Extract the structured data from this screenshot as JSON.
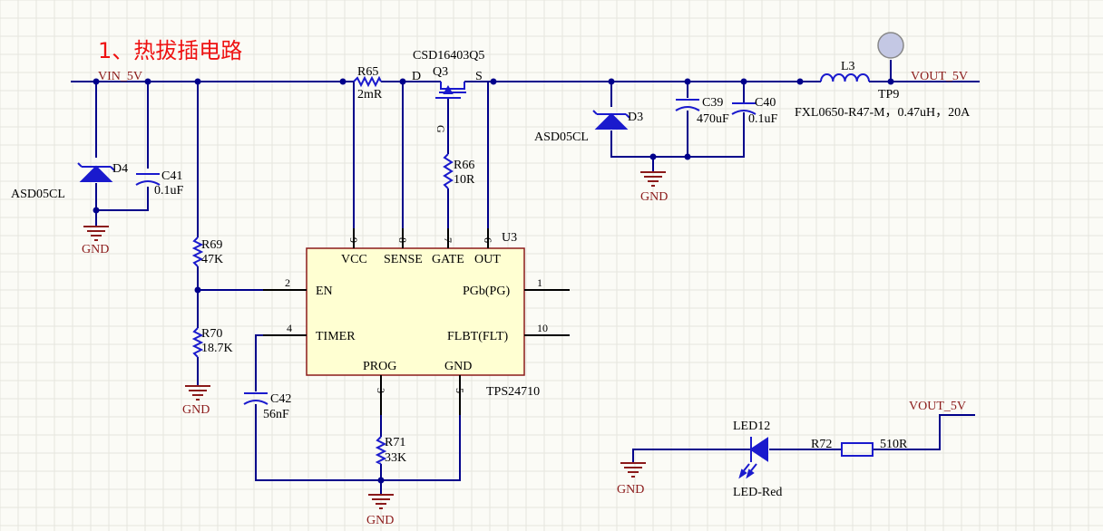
{
  "title": "1、热拔插电路",
  "nets": {
    "vin": "VIN_5V",
    "vout1": "VOUT_5V",
    "vout2": "VOUT_5V",
    "gnd": "GND"
  },
  "u3": {
    "ref": "U3",
    "part": "TPS24710",
    "pins": {
      "vcc": "VCC",
      "sense": "SENSE",
      "gate": "GATE",
      "out": "OUT",
      "en": "EN",
      "timer": "TIMER",
      "prog": "PROG",
      "gnd": "GND",
      "pgb": "PGb(PG)",
      "flbt": "FLBT(FLT)"
    },
    "pin_numbers": {
      "vcc": "9",
      "sense": "8",
      "gate": "7",
      "out": "6",
      "en": "2",
      "timer": "4",
      "prog": "3",
      "gnd": "5",
      "pgb": "1",
      "flbt": "10"
    }
  },
  "q3": {
    "ref": "Q3",
    "part": "CSD16403Q5",
    "d": "D",
    "s": "S",
    "g": "G"
  },
  "r65": {
    "ref": "R65",
    "value": "2mR"
  },
  "r66": {
    "ref": "R66",
    "value": "10R"
  },
  "r69": {
    "ref": "R69",
    "value": "47K"
  },
  "r70": {
    "ref": "R70",
    "value": "18.7K"
  },
  "r71": {
    "ref": "R71",
    "value": "33K"
  },
  "r72": {
    "ref": "R72",
    "value": "510R"
  },
  "c39": {
    "ref": "C39",
    "value": "470uF"
  },
  "c40": {
    "ref": "C40",
    "value": "0.1uF"
  },
  "c41": {
    "ref": "C41",
    "value": "0.1uF"
  },
  "c42": {
    "ref": "C42",
    "value": "56nF"
  },
  "d3": {
    "ref": "D3",
    "part": "ASD05CL"
  },
  "d4": {
    "ref": "D4",
    "part": "ASD05CL"
  },
  "l3": {
    "ref": "L3",
    "part": "FXL0650-R47-M，0.47uH，20A"
  },
  "tp9": {
    "ref": "TP9"
  },
  "led12": {
    "ref": "LED12",
    "part": "LED-Red"
  },
  "colors": {
    "wire": "#00008b",
    "component": "#1a1acd",
    "net": "#8b1a1a",
    "title": "#ee1111",
    "chip_fill": "#ffffd2"
  }
}
